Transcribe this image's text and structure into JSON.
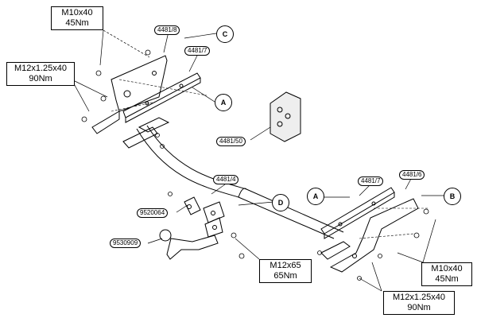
{
  "specs": [
    {
      "id": "tl",
      "size": "M10x40",
      "torque": "45Nm"
    },
    {
      "id": "ml",
      "size": "M12x1.25x40",
      "torque": "90Nm"
    },
    {
      "id": "mc",
      "size": "M12x65",
      "torque": "65Nm"
    },
    {
      "id": "br",
      "size": "M10x40",
      "torque": "45Nm"
    },
    {
      "id": "bb",
      "size": "M12x1.25x40",
      "torque": "90Nm"
    }
  ],
  "parts": {
    "p4481_8": "4481/8",
    "p4481_7a": "4481/7",
    "p4481_50": "4481/50",
    "p4481_4": "4481/4",
    "p4481_7b": "4481/7",
    "p4481_6": "4481/6",
    "p9520064": "9520064",
    "p9530909": "9530909"
  },
  "letters": {
    "c": "C",
    "a_top": "A",
    "d": "D",
    "a_right": "A",
    "b": "B"
  },
  "colors": {
    "line": "#000000",
    "background": "#ffffff"
  }
}
